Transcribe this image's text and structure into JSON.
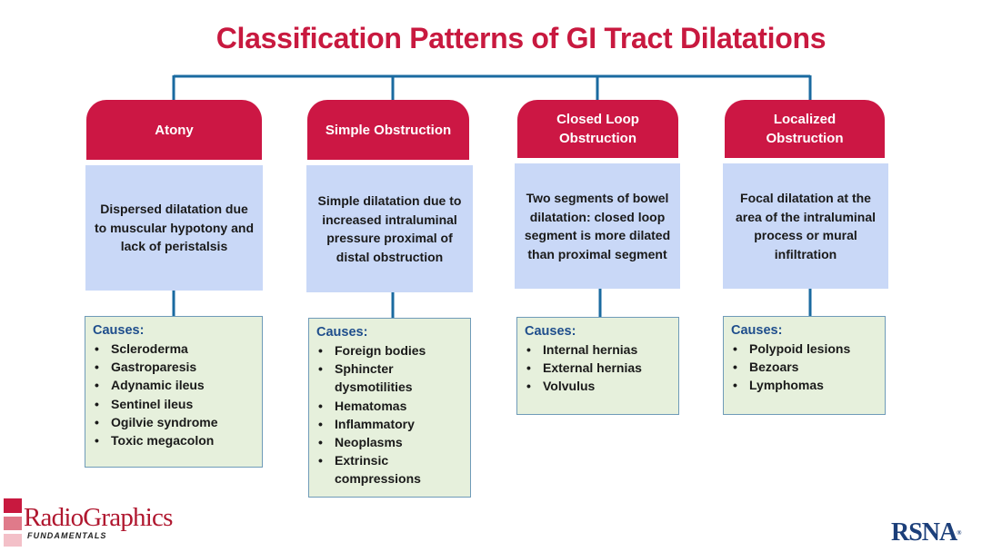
{
  "title": "Classification Patterns of GI Tract Dilatations",
  "colors": {
    "title": "#c8193f",
    "header_fill": "#cc1744",
    "description_fill": "#c9d8f7",
    "causes_fill": "#e6f0dc",
    "causes_border": "#6f9bb8",
    "connector": "#1a6aa0"
  },
  "categories": [
    {
      "header": "Atony",
      "description": "Dispersed dilatation due to muscular hypotony and lack of peristalsis",
      "causes_title": "Causes:",
      "causes": [
        "Scleroderma",
        "Gastroparesis",
        "Adynamic ileus",
        "Sentinel ileus",
        "Ogilvie syndrome",
        "Toxic megacolon"
      ]
    },
    {
      "header": "Simple Obstruction",
      "description": "Simple dilatation due to increased intraluminal pressure proximal of distal obstruction",
      "causes_title": "Causes:",
      "causes": [
        "Foreign bodies",
        "Sphincter dysmotilities",
        "Hematomas",
        "Inflammatory",
        "Neoplasms",
        "Extrinsic compressions"
      ]
    },
    {
      "header": "Closed Loop Obstruction",
      "description": "Two segments of bowel dilatation: closed loop segment is more dilated than proximal segment",
      "causes_title": "Causes:",
      "causes": [
        "Internal hernias",
        "External hernias",
        "Volvulus"
      ]
    },
    {
      "header": "Localized Obstruction",
      "description": "Focal dilatation at the area of the intraluminal process or mural infiltration",
      "causes_title": "Causes:",
      "causes": [
        "Polypoid lesions",
        "Bezoars",
        "Lymphomas"
      ]
    }
  ],
  "footer": {
    "left_logo_text": "RadioGraphics",
    "left_logo_subtitle": "FUNDAMENTALS",
    "right_logo_text": "RSNA"
  }
}
